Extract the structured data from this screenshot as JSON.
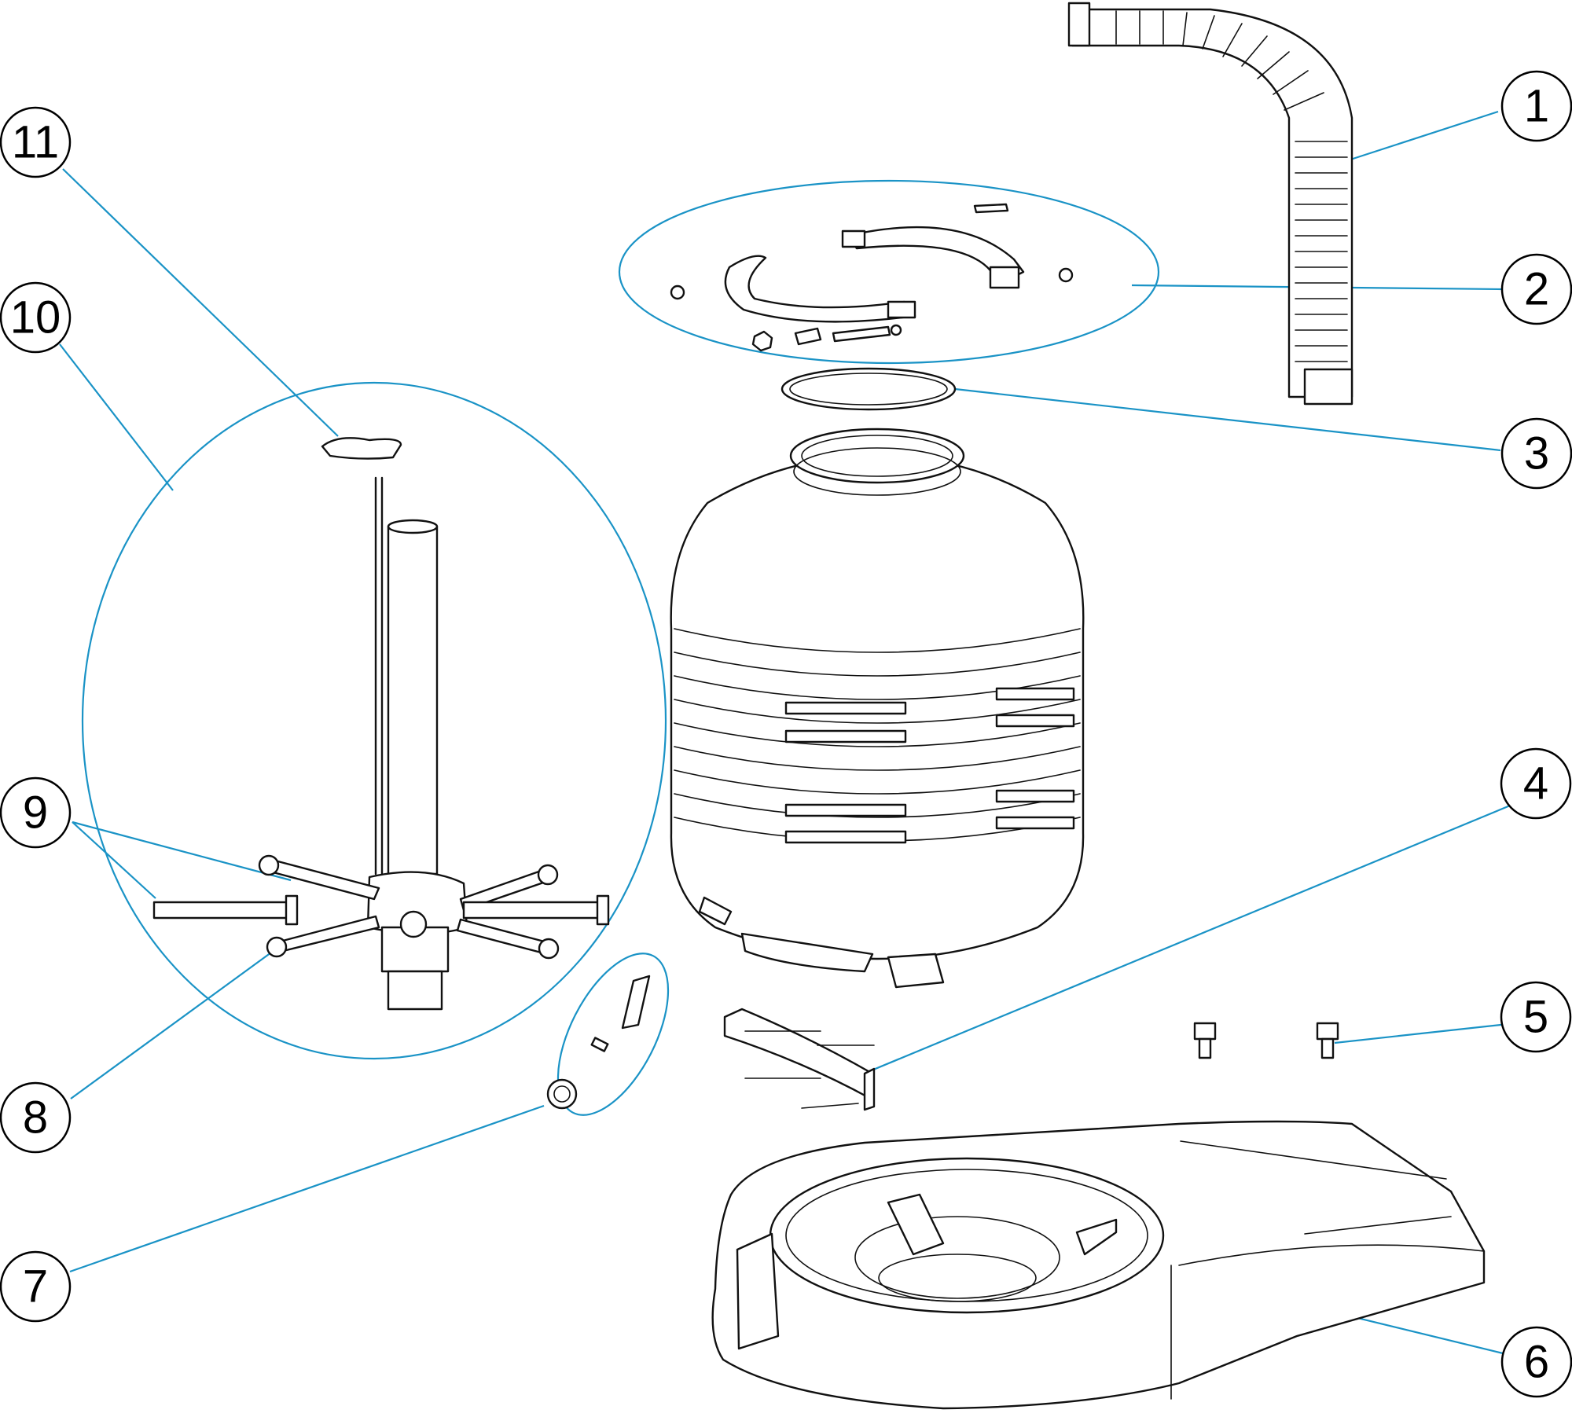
{
  "callouts": [
    "1",
    "2",
    "3",
    "4",
    "5",
    "6",
    "7",
    "8",
    "9",
    "10",
    "11"
  ],
  "colors": {
    "leader": "#1a93c6",
    "ink": "#111111",
    "background": "#ffffff"
  }
}
